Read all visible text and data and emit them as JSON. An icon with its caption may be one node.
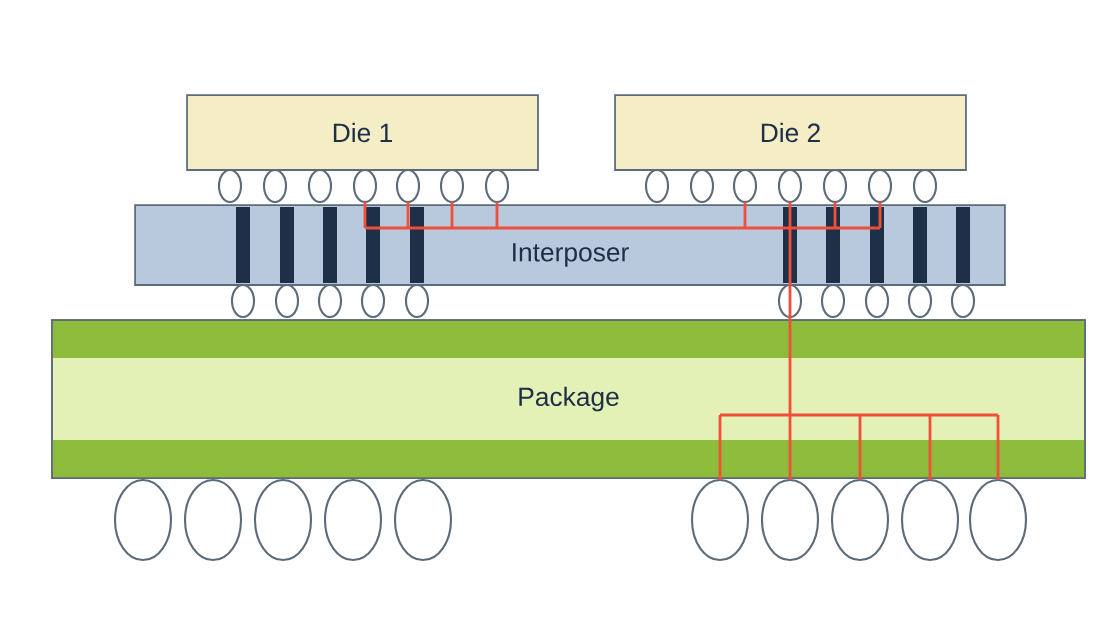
{
  "diagram": {
    "nodes": [
      {
        "text": [
          "Die 1"
        ]
      },
      {
        "text": [
          "Die 2"
        ]
      },
      {
        "text": [
          "Interposer"
        ]
      },
      {
        "text": [
          "Package"
        ]
      }
    ]
  }
}
